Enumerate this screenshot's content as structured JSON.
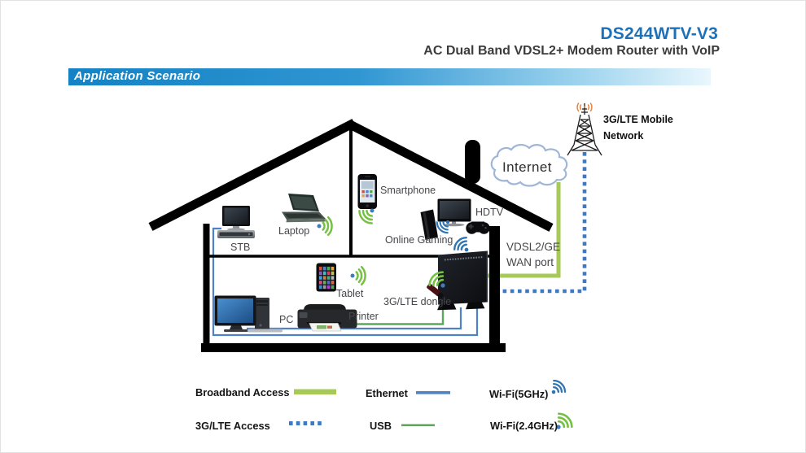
{
  "header": {
    "model": "DS244WTV-V3",
    "subtitle": "AC Dual Band VDSL2+ Modem Router with VoIP",
    "section_title": "Application Scenario"
  },
  "diagram": {
    "internet_label": "Internet",
    "mobile_network": {
      "line1": "3G/LTE Mobile",
      "line2": "Network"
    },
    "wan_port": {
      "line1": "VDSL2/GE",
      "line2": "WAN port"
    },
    "device_labels": {
      "stb": "STB",
      "laptop": "Laptop",
      "smartphone": "Smartphone",
      "online_gaming": "Online Gaming",
      "hdtv": "HDTV",
      "tablet": "Tablet",
      "dongle": "3G/LTE dongle",
      "pc": "PC",
      "printer": "Printer"
    },
    "icons": [
      "cell-tower-icon",
      "internet-cloud-icon",
      "router-icon",
      "stb-icon",
      "laptop-icon",
      "smartphone-icon",
      "game-console-icon",
      "hdtv-icon",
      "gamepad-icon",
      "tablet-icon",
      "pc-icon",
      "printer-icon",
      "dongle-icon",
      "wifi-signal-icon",
      "chimney-icon"
    ]
  },
  "legend": {
    "items": [
      {
        "label": "Broadband Access",
        "type": "broadband-line"
      },
      {
        "label": "Ethernet",
        "type": "ethernet-line"
      },
      {
        "label": "Wi-Fi(5GHz)",
        "type": "wifi-5ghz"
      },
      {
        "label": "3G/LTE Access",
        "type": "lte-dashed-line"
      },
      {
        "label": "USB",
        "type": "usb-line"
      },
      {
        "label": "Wi-Fi(2.4GHz)",
        "type": "wifi-2-4ghz"
      }
    ]
  },
  "colors": {
    "brand_blue": "#1d71b8",
    "bar_gradient_start": "#1482c4",
    "bar_gradient_end": "#eaf7fd",
    "broadband_green": "#a6c958",
    "ethernet_blue": "#4f81c7",
    "usb_green": "#5aa85a",
    "lte_dash_blue": "#3e79c2",
    "wifi_arc_green": "#76c043",
    "wifi_arc_blue": "#2e74b5",
    "tower_wave_orange": "#e8823c"
  }
}
